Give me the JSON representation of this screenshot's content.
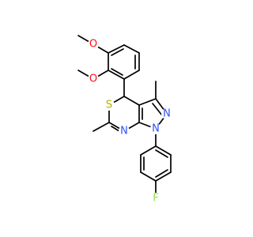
{
  "molecule": {
    "atoms": {
      "o_upper": {
        "label": "O",
        "color": "#ff0d0d"
      },
      "o_lower": {
        "label": "O",
        "color": "#ff0d0d"
      },
      "s": {
        "label": "S",
        "color": "#b2b200"
      },
      "n_ring_right": {
        "label": "N",
        "color": "#3050f8"
      },
      "n_ring_left": {
        "label": "N",
        "color": "#3050f8"
      },
      "n_ring_bottom": {
        "label": "N",
        "color": "#3050f8"
      },
      "f": {
        "label": "F",
        "color": "#90e050"
      }
    },
    "bond_color": "#000000"
  }
}
